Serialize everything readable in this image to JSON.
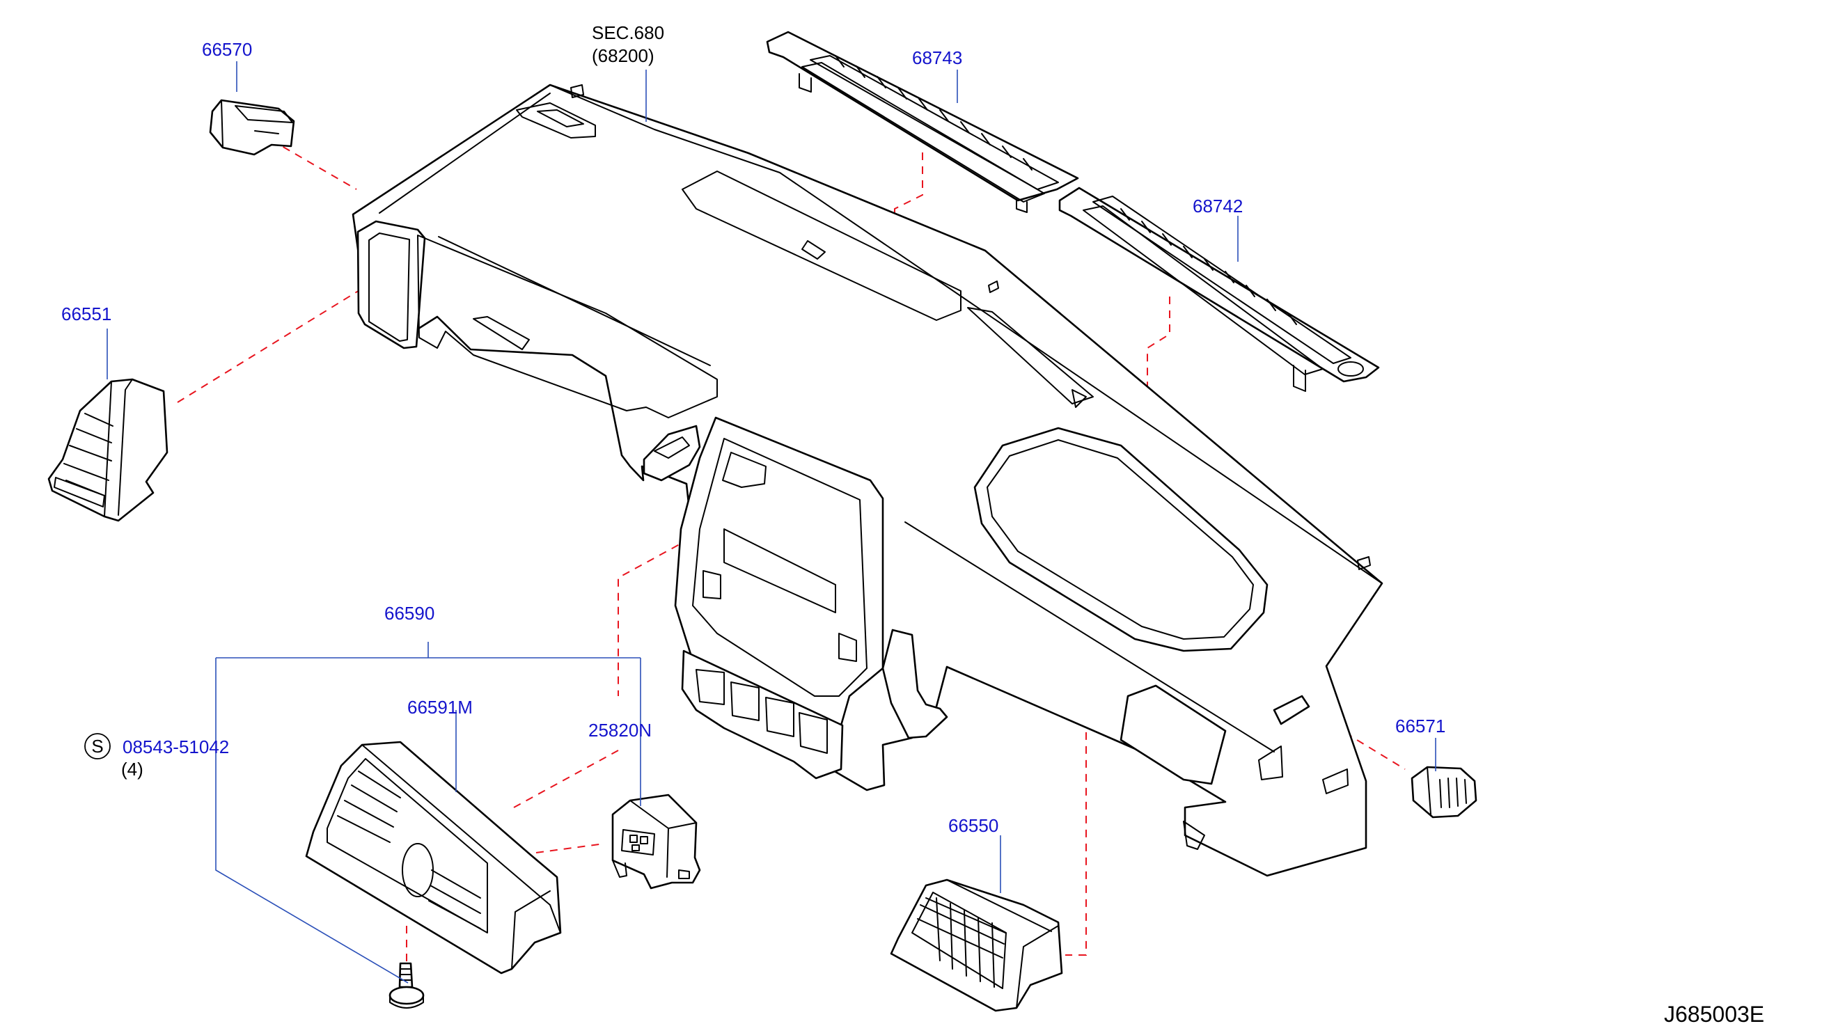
{
  "colors": {
    "label": "#1414cc",
    "leader": "#2a4fb8",
    "dashed": "#e8141e",
    "outline": "#000000"
  },
  "icons": {
    "screw_symbol": "circled-s-icon"
  },
  "labels": {
    "sec": "SEC.680",
    "sec_sub": "(68200)",
    "p66570": "66570",
    "p68743": "68743",
    "p68742": "68742",
    "p66551": "66551",
    "p66590": "66590",
    "p66591m": "66591M",
    "p25820n": "25820N",
    "screw_symbol": "S",
    "p08543": "08543-51042",
    "qty": "(4)",
    "p66571": "66571",
    "p66550": "66550",
    "diagram_id": "J685003E"
  }
}
